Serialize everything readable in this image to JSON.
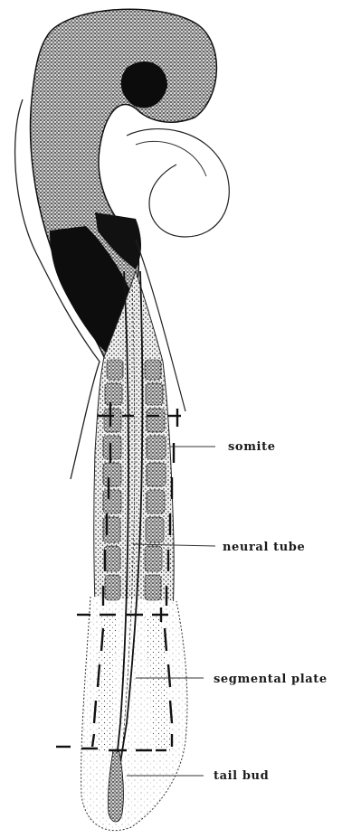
{
  "figure": {
    "labels": {
      "somite": "somite",
      "neural_tube": "neural tube",
      "segmental_plate": "segmental plate",
      "tail_bud": "tail bud"
    }
  }
}
